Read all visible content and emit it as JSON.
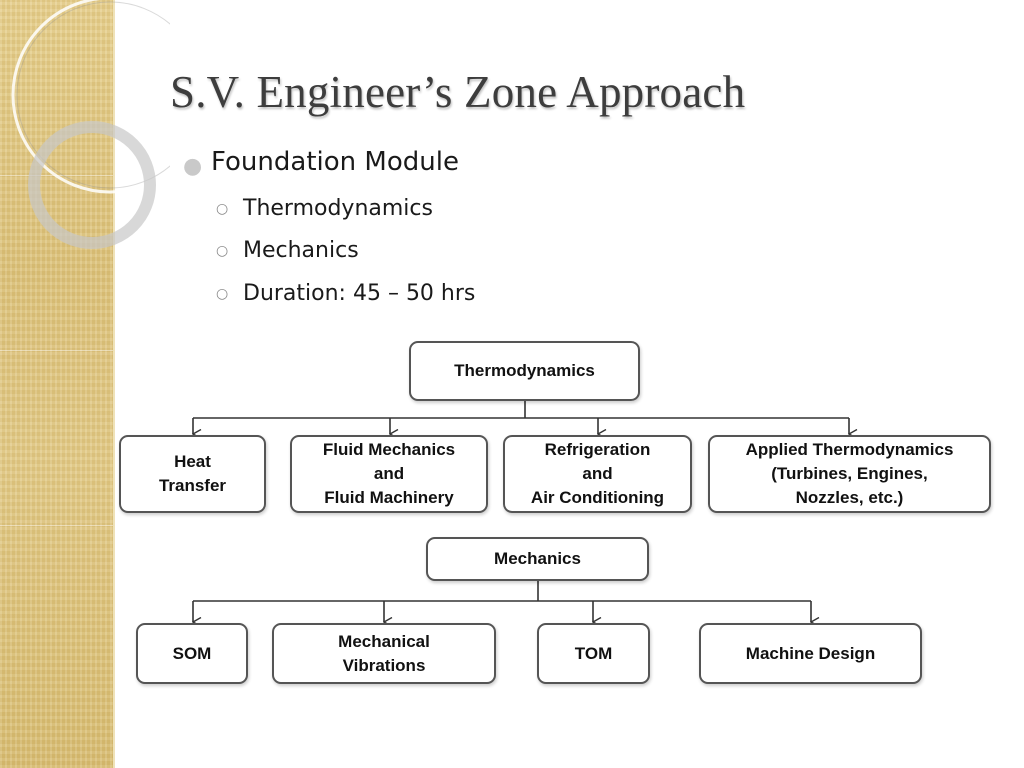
{
  "slide": {
    "title": "S.V. Engineer’s Zone Approach",
    "bullets": {
      "level1": "Foundation Module",
      "level2": [
        "Thermodynamics",
        "Mechanics",
        "Duration: 45 – 50 hrs"
      ]
    }
  },
  "diagram": {
    "group1": {
      "root": "Thermodynamics",
      "children": [
        "Heat\nTransfer",
        "Fluid Mechanics\nand\nFluid Machinery",
        "Refrigeration\nand\nAir Conditioning",
        "Applied Thermodynamics\n(Turbines, Engines,\nNozzles, etc.)"
      ]
    },
    "group2": {
      "root": "Mechanics",
      "children": [
        "SOM",
        "Mechanical\nVibrations",
        "TOM",
        "Machine Design"
      ]
    }
  },
  "colors": {
    "sidebar": "#dcc27a",
    "box_border": "#555555",
    "connector": "#333333",
    "title_text": "#3d3d3d"
  }
}
